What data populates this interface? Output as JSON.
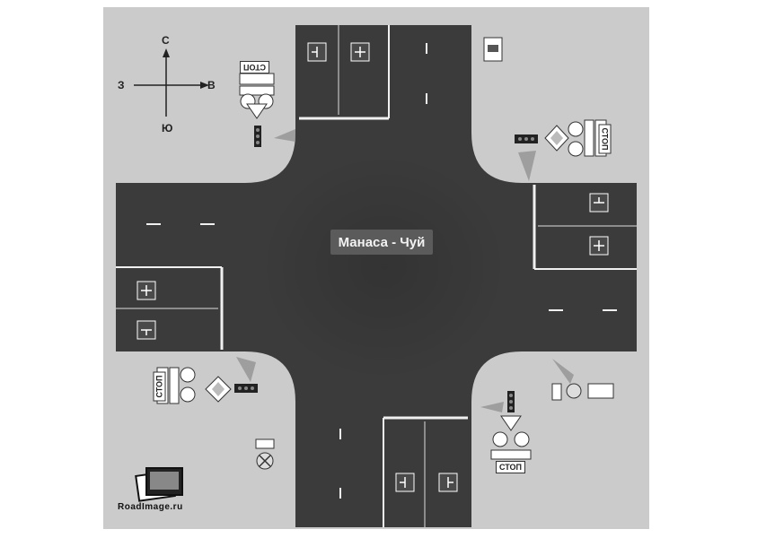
{
  "intersection_label": "Манаса - Чуй",
  "compass": {
    "north": "С",
    "south": "Ю",
    "west": "З",
    "east": "В"
  },
  "stop_labels": [
    "СТОП",
    "СТОП",
    "СТОП",
    "СТОП"
  ],
  "brand": "RoadImage.ru",
  "colors": {
    "road": "#3a3a3a",
    "ground": "#c9c9c9",
    "marking": "#f0f0f0",
    "sign_bg": "#4a4a4a"
  },
  "icons": [
    "compass-icon",
    "traffic-light-icon",
    "priority-road-sign-icon",
    "yield-sign-icon",
    "lane-direction-sign-icon",
    "no-entry-sign-icon",
    "bus-stop-sign-icon",
    "camera-icon-logo"
  ]
}
